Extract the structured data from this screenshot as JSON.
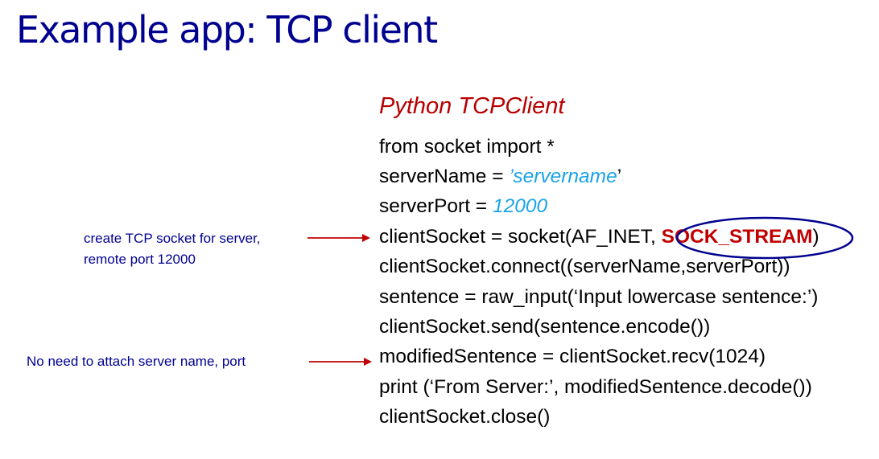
{
  "title": "Example app: TCP client",
  "heading": "Python TCPClient",
  "colors": {
    "title": "#000090",
    "heading": "#b80000",
    "literal": "#1aa3e8",
    "highlight": "#c00000",
    "annotation": "#000090",
    "arrow": "#c00000",
    "ellipse": "#000090"
  },
  "code": {
    "line1": "from socket import *",
    "line2_pre": "serverName = ",
    "line2_lit": "’servername",
    "line2_post": "’",
    "line3_pre": "serverPort = ",
    "line3_lit": "12000",
    "line4_pre": "clientSocket = socket(AF_INET,",
    "line4_hl": "SOCK_STREAM",
    "line4_post": ")",
    "line5": "clientSocket.connect((serverName,serverPort))",
    "line6": "sentence = raw_input(‘Input lowercase sentence:’)",
    "line7": "clientSocket.send(sentence.encode())",
    "line8": "modifiedSentence = clientSocket.recv(1024)",
    "line9": "print (‘From Server:’, modifiedSentence.decode())",
    "line10": "clientSocket.close()"
  },
  "annotations": {
    "socket_line1": "create TCP socket for server,",
    "socket_line2": "remote port 12000",
    "recv": "No need to attach server name, port"
  }
}
